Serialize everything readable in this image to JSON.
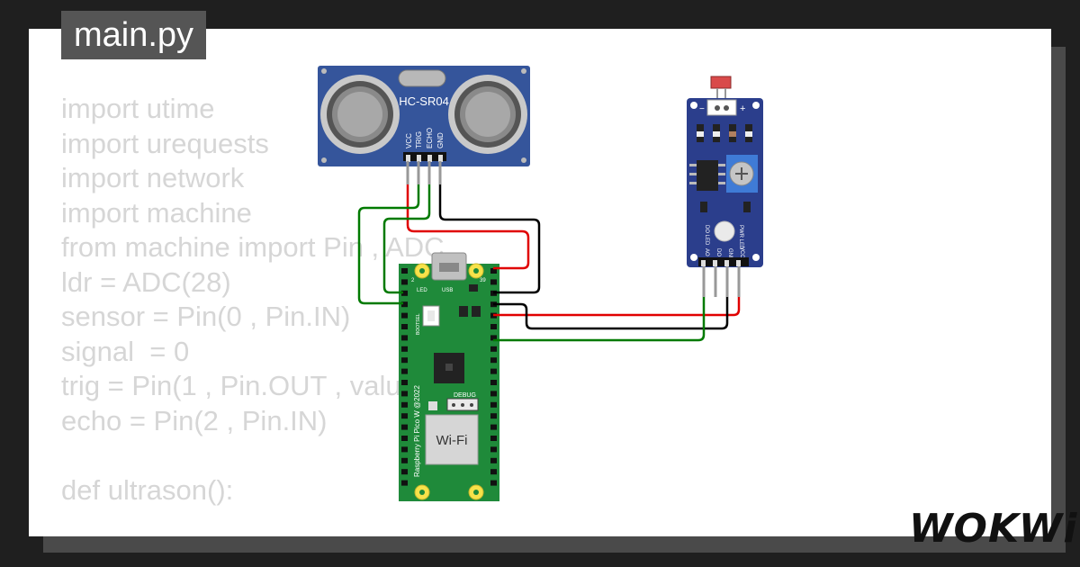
{
  "file_tab": {
    "label": "main.py"
  },
  "code_lines": [
    "import utime",
    "import urequests",
    "import network",
    "import machine",
    "from machine import Pin , ADC",
    "ldr = ADC(28)",
    "sensor = Pin(0 , Pin.IN)",
    "signal  = 0",
    "trig = Pin(1 , Pin.OUT , value=0)",
    "echo = Pin(2 , Pin.IN)",
    "",
    "def ultrason():"
  ],
  "ultrasonic": {
    "name": "HC-SR04",
    "pins": [
      "VCC",
      "TRIG",
      "ECHO",
      "GND"
    ]
  },
  "pico": {
    "model_text": "Raspberry Pi Pico W @2022",
    "wifi_label": "Wi-Fi",
    "debug_label": "DEBUG",
    "usb_label": "USB",
    "led_label": "LED",
    "bootsel_label": "BOOTSEL",
    "pin_left_top": "2",
    "pin_right_top": "39"
  },
  "ldr_module": {
    "pins": [
      "AO",
      "DO",
      "GND",
      "VCC"
    ],
    "led_labels": [
      "DO LED",
      "PWR LED"
    ],
    "minus_label": "−",
    "plus_label": "+"
  },
  "brand": {
    "text": "WOKWi"
  },
  "colors": {
    "wire_red": "#e00000",
    "wire_green": "#007a00",
    "wire_black": "#000000",
    "pcb_blue": "#2b3e8c",
    "pico_green": "#1f8a3a"
  }
}
